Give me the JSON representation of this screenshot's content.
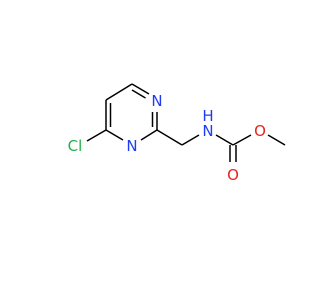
{
  "molecule": {
    "atoms": {
      "chlorine": {
        "symbol": "Cl",
        "color": "#22b14c"
      },
      "ring_nitrogen_3": {
        "symbol": "N",
        "color": "#1f3cf5"
      },
      "ring_nitrogen_1": {
        "symbol": "N",
        "color": "#1f3cf5"
      },
      "amine_nitrogen": {
        "symbol": "N",
        "color": "#1f3cf5"
      },
      "amine_hydrogen": {
        "symbol": "H",
        "color": "#1f3cf5"
      },
      "carbonyl_oxygen": {
        "symbol": "O",
        "color": "#e8221c"
      },
      "ester_oxygen": {
        "symbol": "O",
        "color": "#e8221c"
      }
    },
    "bond_color": "#000000"
  }
}
